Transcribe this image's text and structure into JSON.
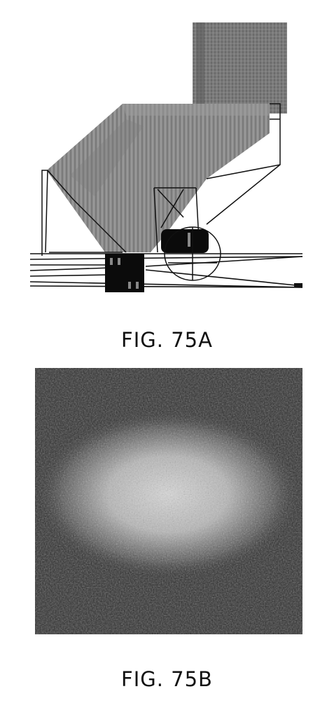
{
  "figure_a": {
    "caption": "FIG. 75A",
    "content": "optical ray-trace render",
    "colors": {
      "beam": "#8a8a8a",
      "line": "#111111",
      "block": "#000000"
    }
  },
  "figure_b": {
    "caption": "FIG. 75B",
    "content": "speckled intensity distribution image",
    "colors": {
      "background": "#2e2e2e",
      "spot": "#d6d6d6"
    }
  }
}
